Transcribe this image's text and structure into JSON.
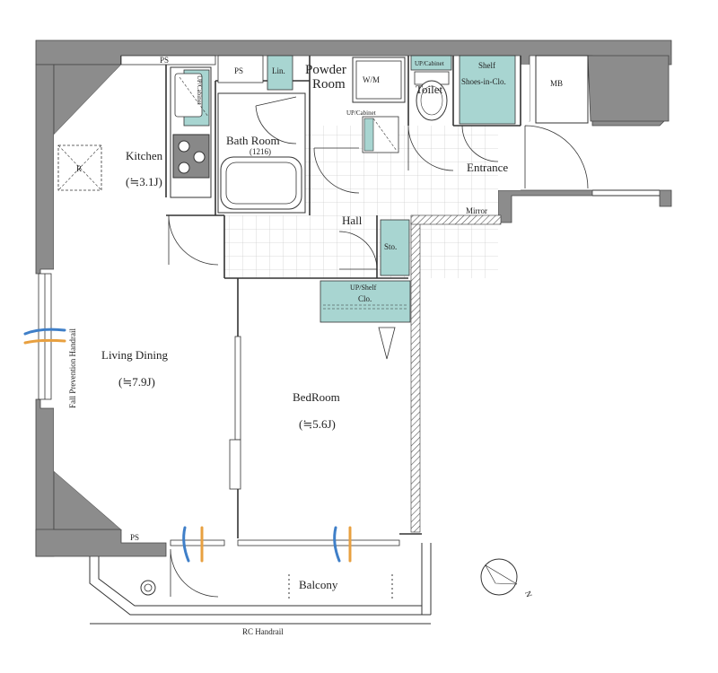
{
  "rooms": {
    "kitchen": "Kitchen",
    "kitchen_size": "(≒3.1J)",
    "bath": "Bath Room",
    "bath_size": "(1216)",
    "powder_line1": "Powder",
    "powder_line2": "Room",
    "toilet": "Toilet",
    "shoes": "Shoes-in-Clo.",
    "entrance": "Entrance",
    "hall": "Hall",
    "living": "Living Dining",
    "living_size": "(≒7.9J)",
    "bedroom": "BedRoom",
    "bedroom_size": "(≒5.6J)",
    "balcony": "Balcony"
  },
  "labels": {
    "ps_top": "PS",
    "ps_mid": "PS",
    "ps_bottom": "PS",
    "lin": "Lin.",
    "wm": "W/M",
    "mb": "MB",
    "shelf": "Shelf",
    "up_cabinet_toilet": "UP/Cabinet",
    "up_cabinet_kitchen": "UP/Cabinet",
    "up_cabinet_powder": "UP/Cabinet",
    "sto": "Sto.",
    "clo_top": "UP/Shelf",
    "clo": "Clo.",
    "mirror": "Mirror",
    "fall_prevention": "Fall Prevention Handrail",
    "rc_handrail": "RC Handrail",
    "refrigerator": "R",
    "north": "N"
  },
  "colors": {
    "storage": "#a8d5d1",
    "wall": "#888888",
    "line": "#333333",
    "airflow_blue": "#3f7fc8",
    "airflow_orange": "#e8a040"
  }
}
